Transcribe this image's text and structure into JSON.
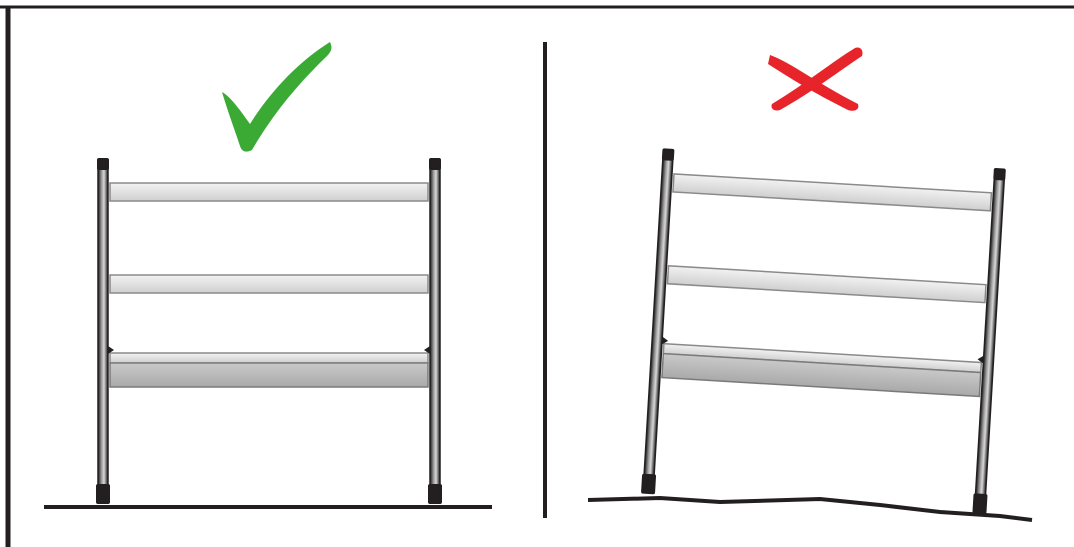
{
  "panels": [
    {
      "id": "correct",
      "verdict_icon": "check-icon",
      "verdict_color": "#3aaa35",
      "ground": "level"
    },
    {
      "id": "incorrect",
      "verdict_icon": "cross-icon",
      "verdict_color": "#e8242b",
      "ground": "uneven"
    }
  ],
  "colors": {
    "frame": "#231f20",
    "shelf_fill": "#e3e3e3",
    "shelf_edge": "#8a8a8a",
    "bottom_shelf_front": "#bdbdbd",
    "background": "#ffffff"
  },
  "shelves_per_unit": 3
}
